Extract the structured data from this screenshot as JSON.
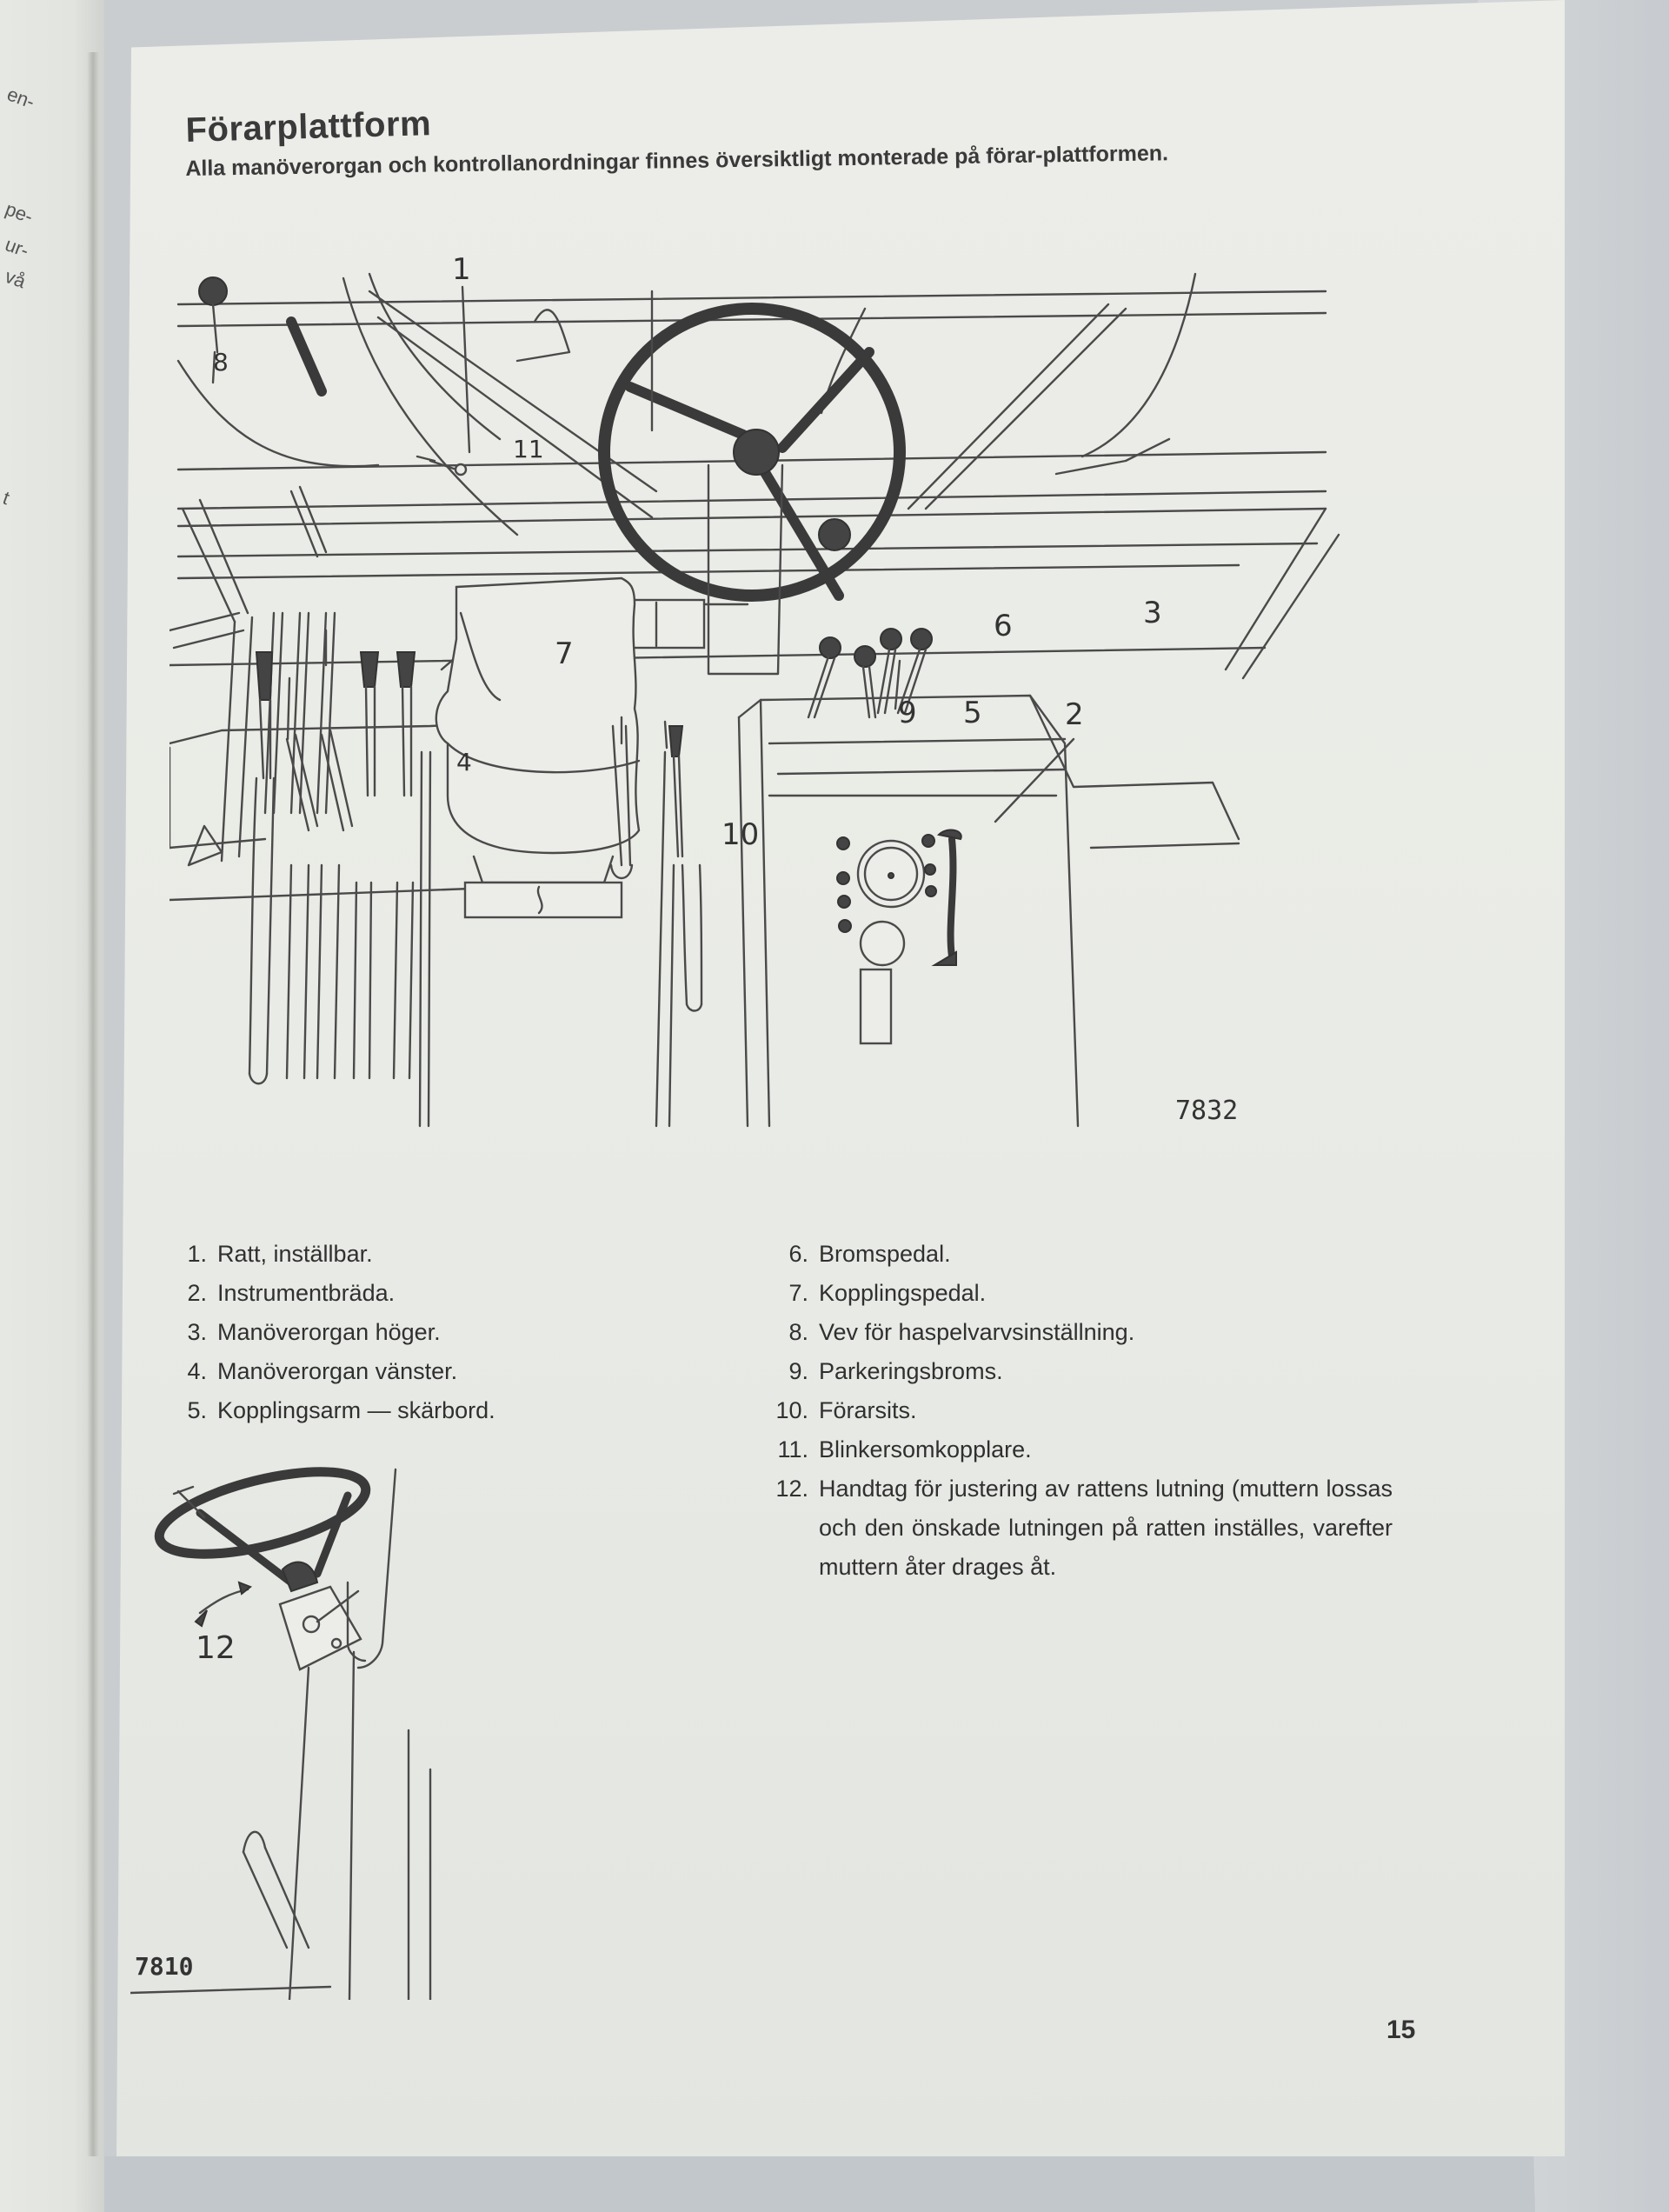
{
  "document": {
    "section_title": "Förarplattform",
    "intro": "Alla manöverorgan och kontrollanordningar finnes översiktligt monterade på förar-plattformen.",
    "page_number": "15"
  },
  "facing_page_fragments": [
    "en-",
    "pe-",
    "ur-",
    "vå",
    "t"
  ],
  "figure_main": {
    "figure_number": "7832",
    "callouts": [
      "1",
      "2",
      "3",
      "4",
      "5",
      "6",
      "7",
      "8",
      "9",
      "10",
      "11"
    ]
  },
  "figure_inset": {
    "figure_number": "7810",
    "callouts": [
      "12"
    ]
  },
  "legend": {
    "left": [
      {
        "num": "1.",
        "text": "Ratt, inställbar."
      },
      {
        "num": "2.",
        "text": "Instrumentbräda."
      },
      {
        "num": "3.",
        "text": "Manöverorgan höger."
      },
      {
        "num": "4.",
        "text": "Manöverorgan vänster."
      },
      {
        "num": "5.",
        "text": "Kopplingsarm — skärbord."
      }
    ],
    "right": [
      {
        "num": "6.",
        "text": "Bromspedal."
      },
      {
        "num": "7.",
        "text": "Kopplingspedal."
      },
      {
        "num": "8.",
        "text": "Vev för haspelvarvsinställning."
      },
      {
        "num": "9.",
        "text": "Parkeringsbroms."
      },
      {
        "num": "10.",
        "text": "Förarsits."
      },
      {
        "num": "11.",
        "text": "Blinkersomkopplare."
      },
      {
        "num": "12.",
        "text": "Handtag för justering av rattens lutning (muttern lossas och den önskade lutningen på ratten inställes, varefter muttern åter drages åt."
      }
    ]
  }
}
